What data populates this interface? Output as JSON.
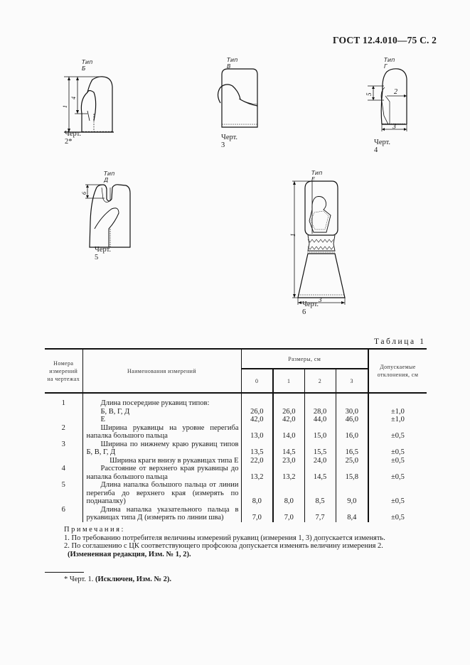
{
  "header": {
    "code": "ГОСТ 12.4.010—75 С. 2"
  },
  "figures": [
    {
      "type_label": "Тип Б",
      "caption": "Черт. 2*",
      "dims": [
        "1",
        "4"
      ]
    },
    {
      "type_label": "Тип В",
      "caption": "Черт. 3",
      "dims": []
    },
    {
      "type_label": "Тип Г",
      "caption": "Черт. 4",
      "dims": [
        "5",
        "2",
        "3"
      ]
    },
    {
      "type_label": "Тип Д",
      "caption": "Черт. 5",
      "dims": [
        "6"
      ]
    },
    {
      "type_label": "Тип Е",
      "caption": "Черт. 6",
      "dims": [
        "1",
        "3"
      ]
    }
  ],
  "table": {
    "title": "Таблица 1",
    "headers": {
      "number": "Номера измерений на чертежах",
      "name": "Наименования измерений",
      "sizes": "Размеры, см",
      "size_cols": [
        "0",
        "1",
        "2",
        "3"
      ],
      "tolerance": "Допускаемые отклонения, см"
    },
    "rows": [
      {
        "num": "1",
        "desc": "Длина посередине рукавиц типов:",
        "sub": [
          {
            "label": "Б, В, Г, Д",
            "values": [
              "26,0",
              "26,0",
              "28,0",
              "30,0"
            ],
            "tol": "±1,0"
          },
          {
            "label": "Е",
            "values": [
              "42,0",
              "42,0",
              "44,0",
              "46,0"
            ],
            "tol": "±1,0"
          }
        ]
      },
      {
        "num": "2",
        "desc": "Ширина рукавицы на уровне перегиба напалка большого пальца",
        "values": [
          "13,0",
          "14,0",
          "15,0",
          "16,0"
        ],
        "tol": "±0,5"
      },
      {
        "num": "3",
        "desc": "Ширина по нижнему краю рукавиц типов Б, В, Г, Д",
        "values": [
          "13,5",
          "14,5",
          "15,5",
          "16,5"
        ],
        "tol": "±0,5"
      },
      {
        "num": "",
        "desc": "Ширина краги внизу в рукавицах типа Е",
        "values": [
          "22,0",
          "23,0",
          "24,0",
          "25,0"
        ],
        "tol": "±0,5"
      },
      {
        "num": "4",
        "desc": "Расстояние от верхнего края рукавицы до напалка большого пальца",
        "values": [
          "13,2",
          "13,2",
          "14,5",
          "15,8"
        ],
        "tol": "±0,5"
      },
      {
        "num": "5",
        "desc": "Длина напалка большого пальца от линии перегиба до верхнего края (измерять по поднапалку)",
        "values": [
          "8,0",
          "8,0",
          "8,5",
          "9,0"
        ],
        "tol": "±0,5"
      },
      {
        "num": "6",
        "desc": "Длина напалка указательного пальца в рукавицах типа Д (измерять по линии шва)",
        "values": [
          "7,0",
          "7,0",
          "7,7",
          "8,4"
        ],
        "tol": "±0,5"
      }
    ]
  },
  "notes": {
    "heading": "Примечания:",
    "items": [
      "1. По требованию потребителя величины измерений рукавиц (измерения 1, 3) допускается изменять.",
      "2. По соглашению с ЦК соответствующего профсоюза допускается изменять величину измерения 2."
    ],
    "revision": "(Измененная редакция, Изм. № 1, 2)."
  },
  "footnote": {
    "prefix": "* Черт. 1.",
    "bold": "(Исключен, Изм. № 2)."
  }
}
